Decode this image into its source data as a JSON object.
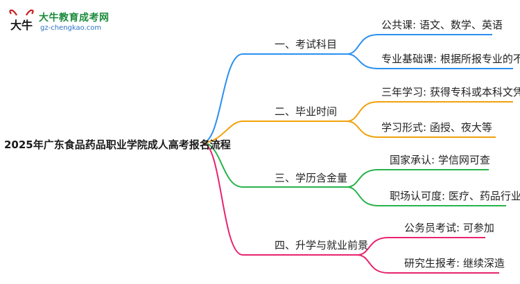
{
  "logo": {
    "title": "大牛教育成考网",
    "url_text": "gz-chengkao.com",
    "mark_text": "大牛"
  },
  "root": "2025年广东食品药品职业学院成人高考报名流程",
  "branches": [
    {
      "label": "一、考试科目",
      "color": "#2b8ff0",
      "leaves": [
        "公共课: 语文、数学、英语",
        "专业基础课: 根据所报专业的不同"
      ]
    },
    {
      "label": "二、毕业时间",
      "color": "#f0a10a",
      "leaves": [
        "三年学习: 获得专科或本科文凭",
        "学习形式: 函授、夜大等"
      ]
    },
    {
      "label": "三、学历含金量",
      "color": "#27b34a",
      "leaves": [
        "国家承认: 学信网可查",
        "职场认可度: 医疗、药品行业"
      ]
    },
    {
      "label": "四、升学与就业前景",
      "color": "#e8236e",
      "leaves": [
        "公务员考试: 可参加",
        "研究生报考: 继续深造"
      ]
    }
  ]
}
